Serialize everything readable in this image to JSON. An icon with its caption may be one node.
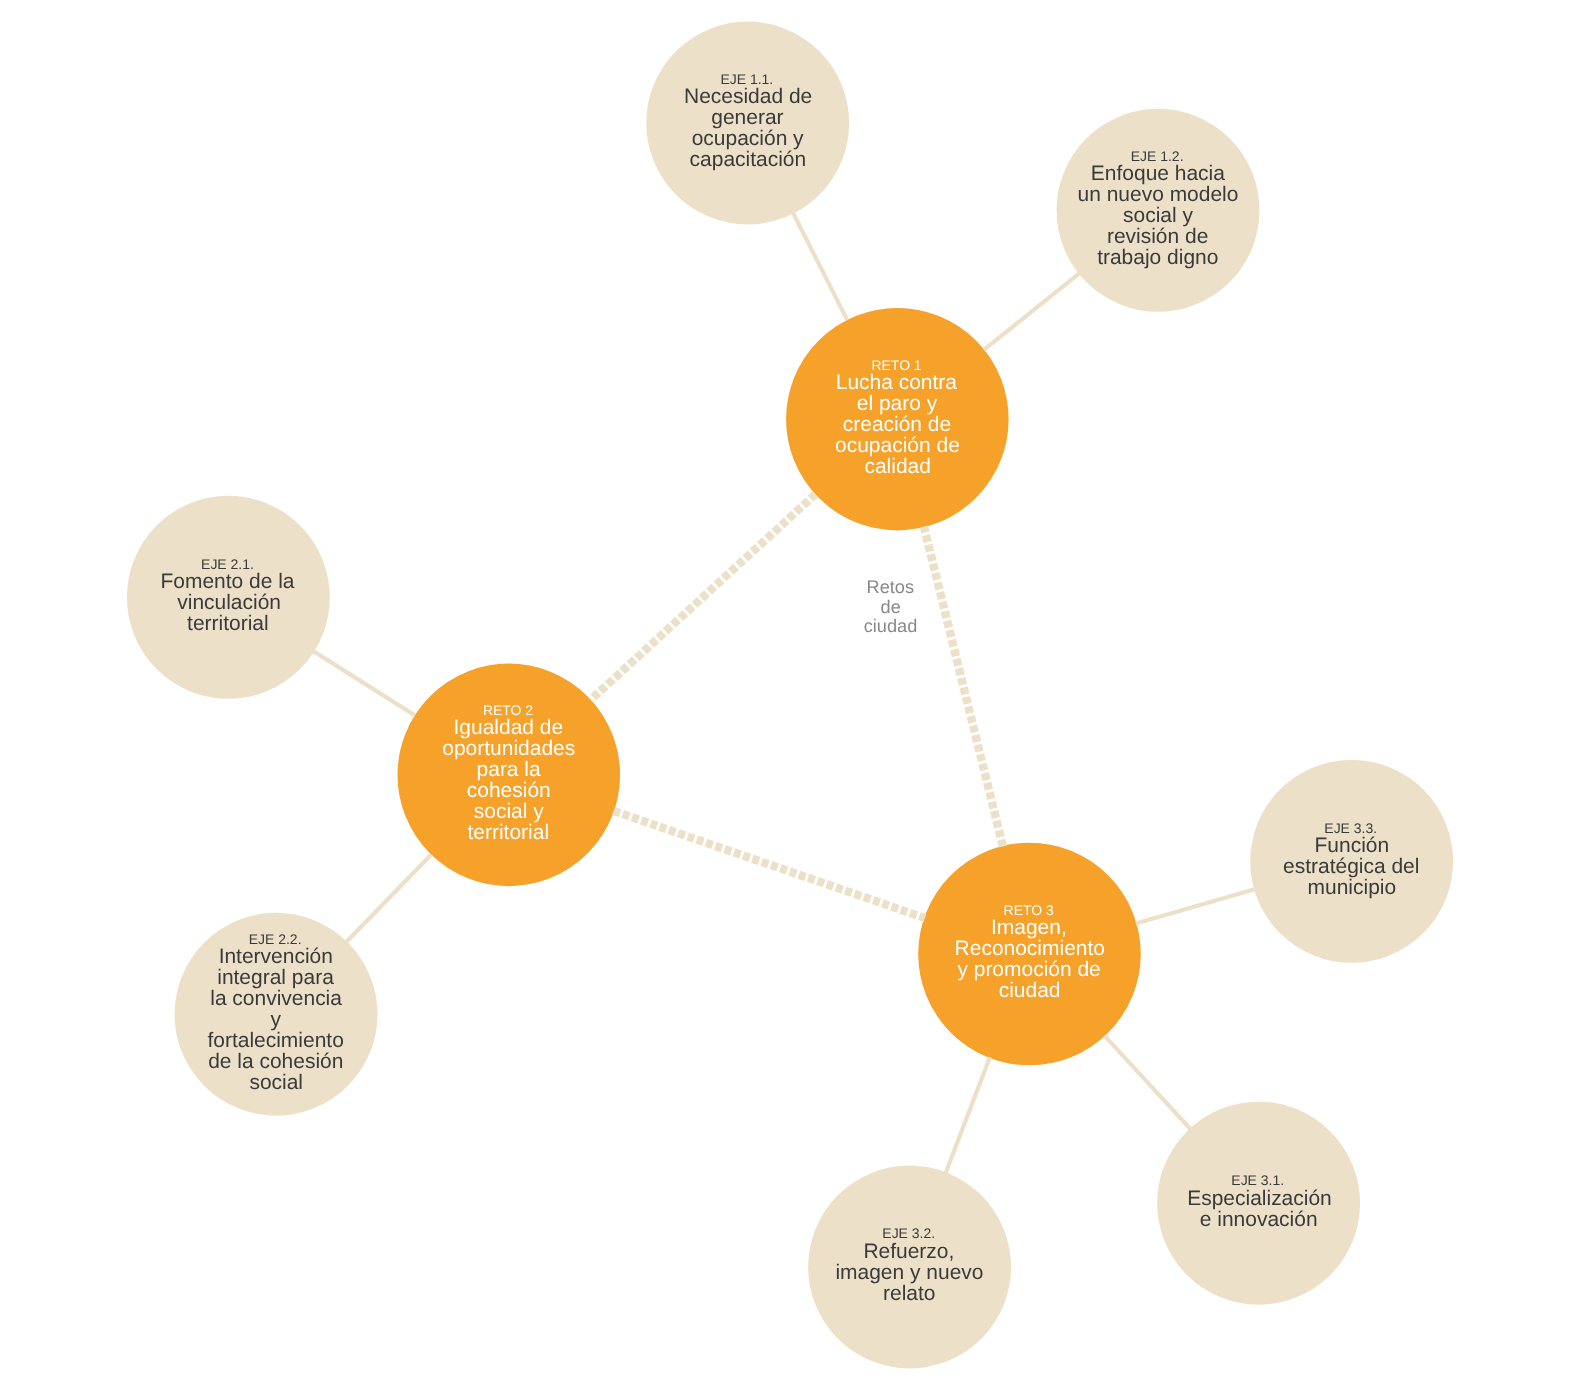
{
  "diagram": {
    "nodes": [
      {
        "text": [
          "RETO 1",
          "Lucha contra el paro y creación de ocupación de calidad"
        ]
      },
      {
        "text": [
          "RETO 2",
          "Igualdad de oportunidades para la cohesión social y territorial"
        ]
      },
      {
        "text": [
          "RETO 3",
          "Imagen, Reconocimiento y promoción de ciudad"
        ]
      },
      {
        "text": [
          "EJE 1.1.",
          "Necesidad de generar ocupación y capacitación"
        ]
      },
      {
        "text": [
          "EJE 1.2.",
          "Enfoque hacia un nuevo modelo social y revisión de trabajo digno"
        ]
      },
      {
        "text": [
          "EJE 2.1.",
          "Fomento de la vinculación territorial"
        ]
      },
      {
        "text": [
          "EJE 2.2.",
          "Intervención integral para la convivencia y fortalecimiento de la cohesión social"
        ]
      },
      {
        "text": [
          "EJE 3.3.",
          "Función estratégica del municipio"
        ]
      },
      {
        "text": [
          "EJE 3.2.",
          "Refuerzo, imagen y nuevo relato"
        ]
      },
      {
        "text": [
          "EJE 3.1.",
          "Especialización e innovación"
        ]
      }
    ],
    "edges": [
      {
        "from": 0,
        "to": 1,
        "arrow": "none",
        "style": "dashed"
      },
      {
        "from": 1,
        "to": 2,
        "arrow": "none",
        "style": "dashed"
      },
      {
        "from": 2,
        "to": 0,
        "arrow": "none",
        "style": "dashed"
      },
      {
        "from": 0,
        "to": 3,
        "arrow": "none"
      },
      {
        "from": 0,
        "to": 4,
        "arrow": "none"
      },
      {
        "from": 1,
        "to": 5,
        "arrow": "none"
      },
      {
        "from": 1,
        "to": 6,
        "arrow": "none"
      },
      {
        "from": 2,
        "to": 7,
        "arrow": "none"
      },
      {
        "from": 2,
        "to": 8,
        "arrow": "none"
      },
      {
        "from": 2,
        "to": 9,
        "arrow": "none"
      }
    ],
    "labels": [
      "Retos de ciudad"
    ]
  }
}
